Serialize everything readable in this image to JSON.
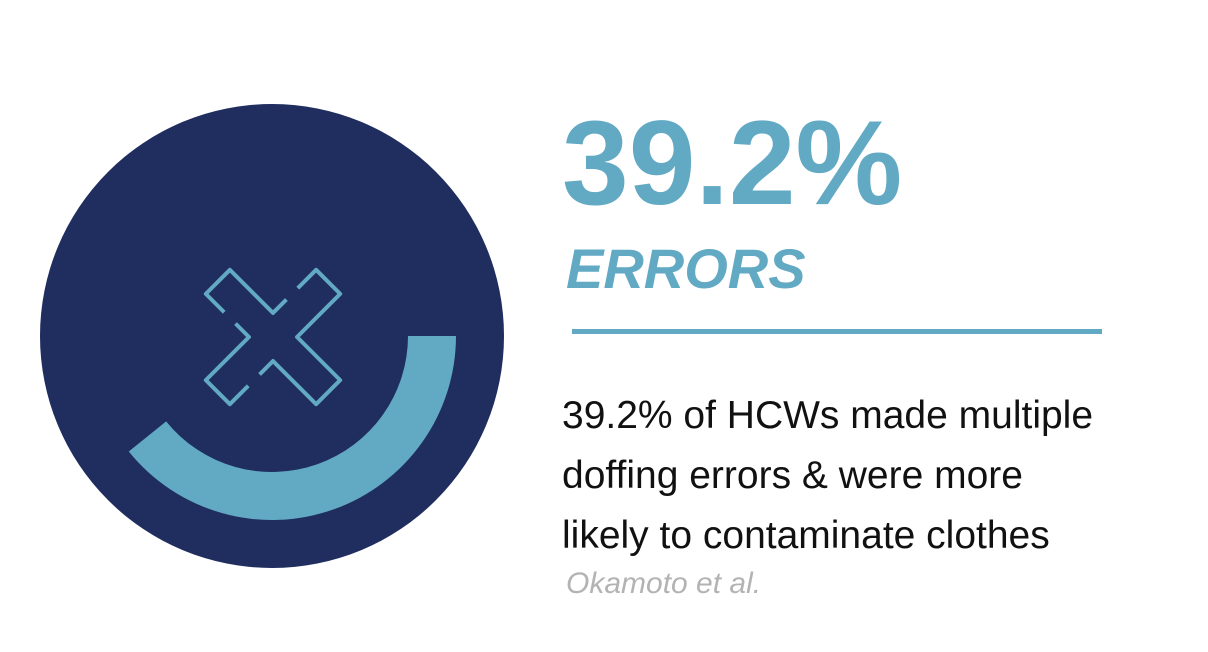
{
  "stat": {
    "value": "39.2%",
    "label": "ERRORS",
    "progress_fraction": 0.392
  },
  "description": {
    "lines": [
      "39.2% of HCWs made multiple",
      "doffing errors & were more",
      "likely to contaminate clothes"
    ]
  },
  "citation": "Okamoto et al.",
  "icons": {
    "center": "x-mark-icon"
  },
  "colors": {
    "circle_background": "#1f2d5f",
    "accent": "#62a9c4",
    "body_text": "#111111",
    "citation_text": "#b3b3b3"
  }
}
